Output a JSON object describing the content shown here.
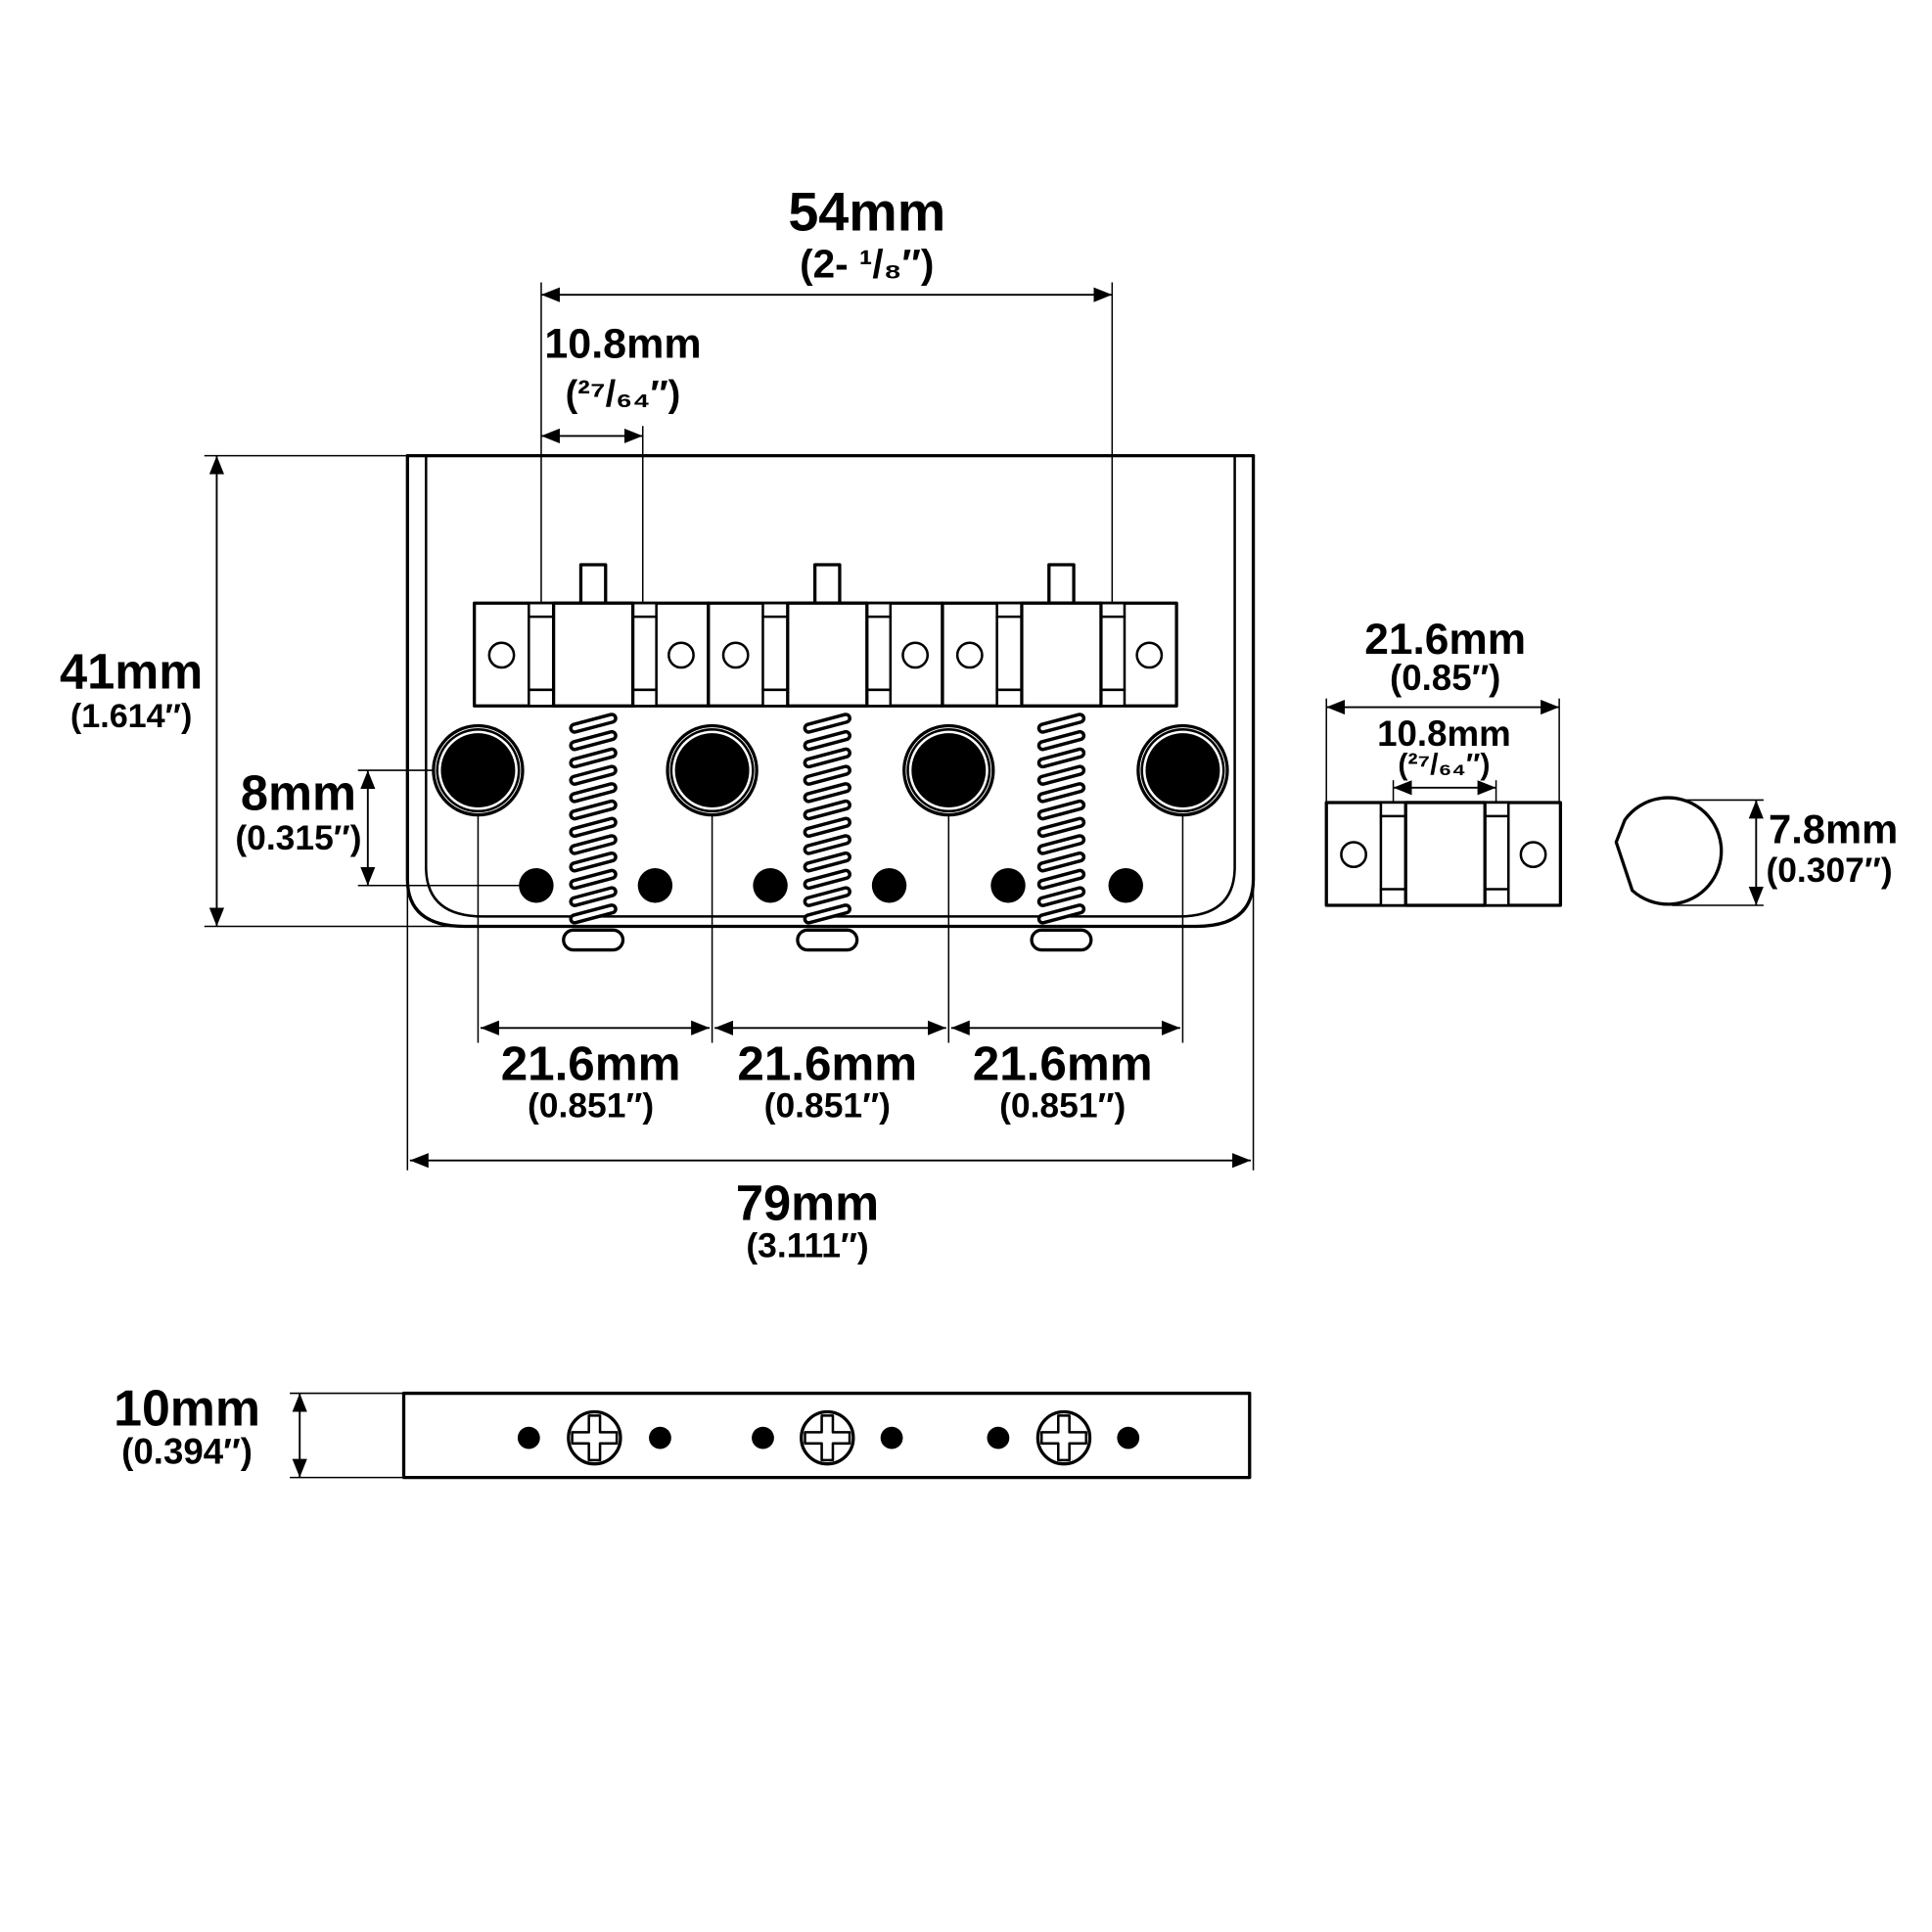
{
  "colors": {
    "line": "#000000",
    "background": "#ffffff"
  },
  "dimensions": {
    "string_spread": {
      "metric": "54mm",
      "imperial": "(2- ¹/₈″)"
    },
    "saddle_width": {
      "metric": "10.8mm",
      "imperial": "(²⁷/₆₄″)"
    },
    "plate_length": {
      "metric": "41mm",
      "imperial": "(1.614″)"
    },
    "hole_offset": {
      "metric": "8mm",
      "imperial": "(0.315″)"
    },
    "hole_spacing": [
      {
        "metric": "21.6mm",
        "imperial": "(0.851″)"
      },
      {
        "metric": "21.6mm",
        "imperial": "(0.851″)"
      },
      {
        "metric": "21.6mm",
        "imperial": "(0.851″)"
      }
    ],
    "plate_width": {
      "metric": "79mm",
      "imperial": "(3.111″)"
    },
    "plate_height": {
      "metric": "10mm",
      "imperial": "(0.394″)"
    },
    "saddle_length": {
      "metric": "21.6mm",
      "imperial": "(0.85″)"
    },
    "saddle_slot_width": {
      "metric": "10.8mm",
      "imperial": "(²⁷/₆₄″)"
    },
    "saddle_diameter": {
      "metric": "7.8mm",
      "imperial": "(0.307″)"
    }
  }
}
